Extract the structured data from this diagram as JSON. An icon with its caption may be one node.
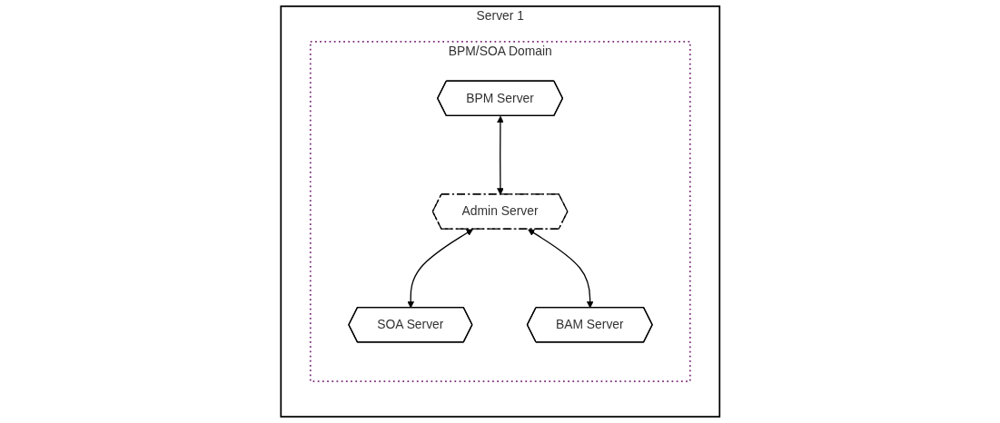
{
  "diagram": {
    "nodes": [
      {
        "text": [
          "Server 1"
        ]
      },
      {
        "text": [
          "BPM/SOA Domain"
        ],
        "in": 0
      },
      {
        "text": [
          "BPM Server"
        ],
        "in": 1
      },
      {
        "text": [
          "Admin Server"
        ],
        "in": 1
      },
      {
        "text": [
          "SOA Server"
        ],
        "in": 1
      },
      {
        "text": [
          "BAM Server"
        ],
        "in": 1
      }
    ],
    "edges": [
      {
        "from": 2,
        "to": 3,
        "arrow": "both"
      },
      {
        "from": 3,
        "to": 4,
        "arrow": "both"
      },
      {
        "from": 3,
        "to": 5,
        "arrow": "both"
      }
    ]
  }
}
